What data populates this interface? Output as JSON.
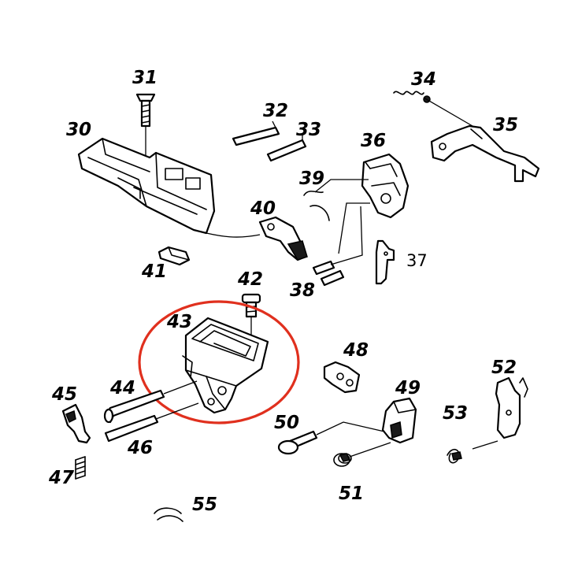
{
  "diagram": {
    "labels": {
      "p30": "30",
      "p31": "31",
      "p32": "32",
      "p33": "33",
      "p34": "34",
      "p35": "35",
      "p36": "36",
      "p37": "37",
      "p38": "38",
      "p39": "39",
      "p40": "40",
      "p41": "41",
      "p42": "42",
      "p43": "43",
      "p44": "44",
      "p45": "45",
      "p46": "46",
      "p47": "47",
      "p48": "48",
      "p49": "49",
      "p50": "50",
      "p51": "51",
      "p52": "52",
      "p53": "53",
      "p55": "55"
    },
    "highlight": {
      "color": "#e0301e",
      "target": "43"
    }
  }
}
